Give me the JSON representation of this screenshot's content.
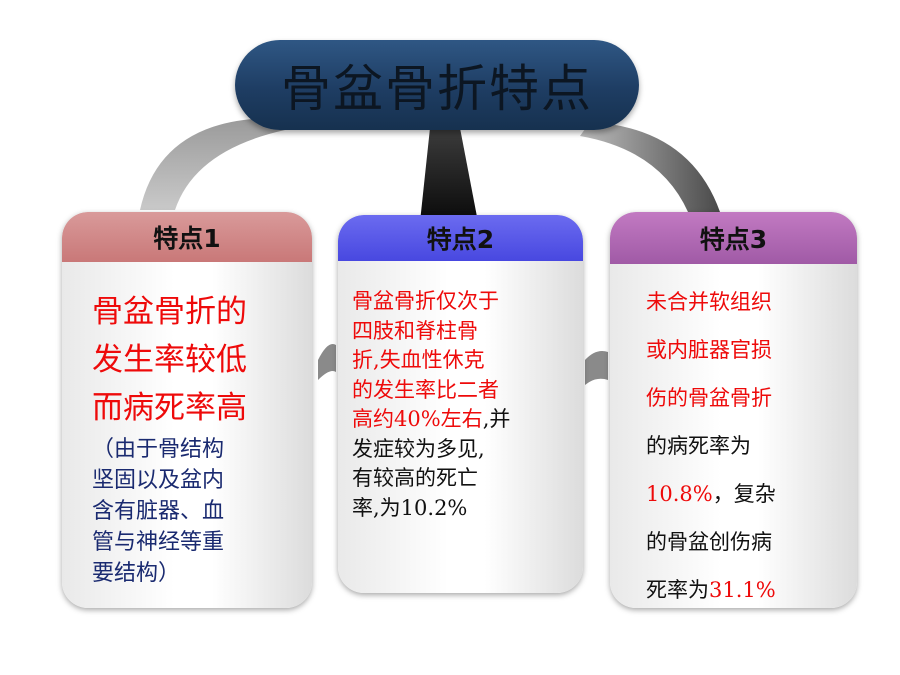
{
  "title": "骨盆骨折特点",
  "cards": [
    {
      "heading": "特点1",
      "main_lines": [
        "骨盆骨折的",
        "发生率较低",
        "而病死率高"
      ],
      "sub_lines": [
        "（由于骨结构",
        "坚固以及盆内",
        "含有脏器、血",
        "管与神经等重",
        "要结构）"
      ]
    },
    {
      "heading": "特点2",
      "red_lines": [
        "骨盆骨折仅次于",
        "四肢和脊柱骨",
        "折,失血性休克",
        "的发生率比二者"
      ],
      "mixed_red": "高约40%左右",
      "mixed_dark": ",并",
      "dark_lines": [
        "发症较为多见,",
        "有较高的死亡",
        "率,为10.2%"
      ]
    },
    {
      "heading": "特点3",
      "red_lines": [
        "未合并软组织",
        "或内脏器官损",
        "伤的骨盆骨折"
      ],
      "dark_line1": "的病死率为",
      "rate1": "10.8%",
      "rate1_suffix": "，复杂",
      "dark_line2": "的骨盆创伤病",
      "dark_line3": "死率为",
      "rate2": "31.1%"
    }
  ],
  "colors": {
    "title_bg": "#1e3d63",
    "card1_head": "#c97878",
    "card2_head": "#4848e0",
    "card3_head": "#a05aa6",
    "red_text": "#ee0a0a",
    "blue_text": "#1a2a70"
  }
}
